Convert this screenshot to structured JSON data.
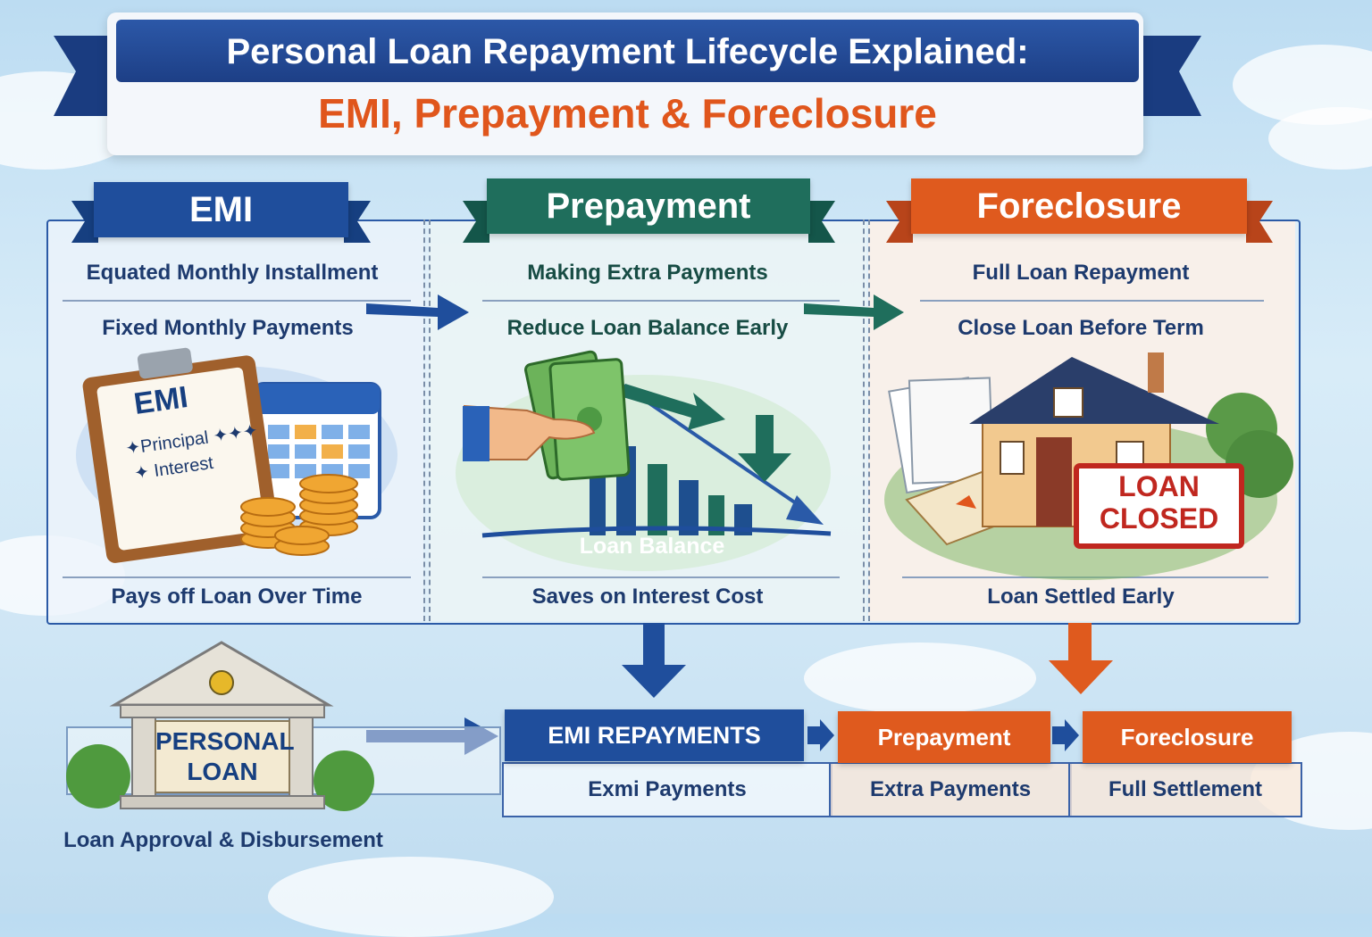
{
  "title": {
    "line1": "Personal Loan Repayment Lifecycle Explained:",
    "line2": "EMI, Prepayment & Foreclosure"
  },
  "colors": {
    "blue": "#1f4e9c",
    "green": "#1f6e5c",
    "orange": "#df5a1e",
    "text_blue": "#1d3a6e"
  },
  "columns": [
    {
      "header": "EMI",
      "line1": "Equated Monthly Installment",
      "line2": "Fixed Monthly Payments",
      "footer": "Pays off Loan Over Time",
      "illustration": {
        "clipboard_title": "EMI",
        "item1": "✦Principal ✦✦✦",
        "item2": "✦ Interest"
      }
    },
    {
      "header": "Prepayment",
      "line1": "Making Extra Payments",
      "line2": "Reduce Loan Balance Early",
      "footer": "Saves on Interest Cost",
      "illustration": {
        "chart_label": "Loan Balance"
      }
    },
    {
      "header": "Foreclosure",
      "line1": "Full Loan Repayment",
      "line2": "Close Loan Before Term",
      "footer": "Loan Settled Early",
      "illustration": {
        "sign_line1": "LOAN",
        "sign_line2": "CLOSED"
      }
    }
  ],
  "bank": {
    "label_line1": "PERSONAL",
    "label_line2": "LOAN",
    "caption": "Loan Approval & Disbursement"
  },
  "flow": [
    {
      "head": "EMI REPAYMENTS",
      "body": "Exmi Payments"
    },
    {
      "head": "Prepayment",
      "body": "Extra Payments"
    },
    {
      "head": "Foreclosure",
      "body": "Full Settlement"
    }
  ],
  "icons": [
    "clipboard-icon",
    "calendar-icon",
    "coin-stack-icon",
    "cash-hand-icon",
    "bar-chart-icon",
    "house-icon",
    "document-icon",
    "bank-building-icon",
    "arrow-icon"
  ]
}
